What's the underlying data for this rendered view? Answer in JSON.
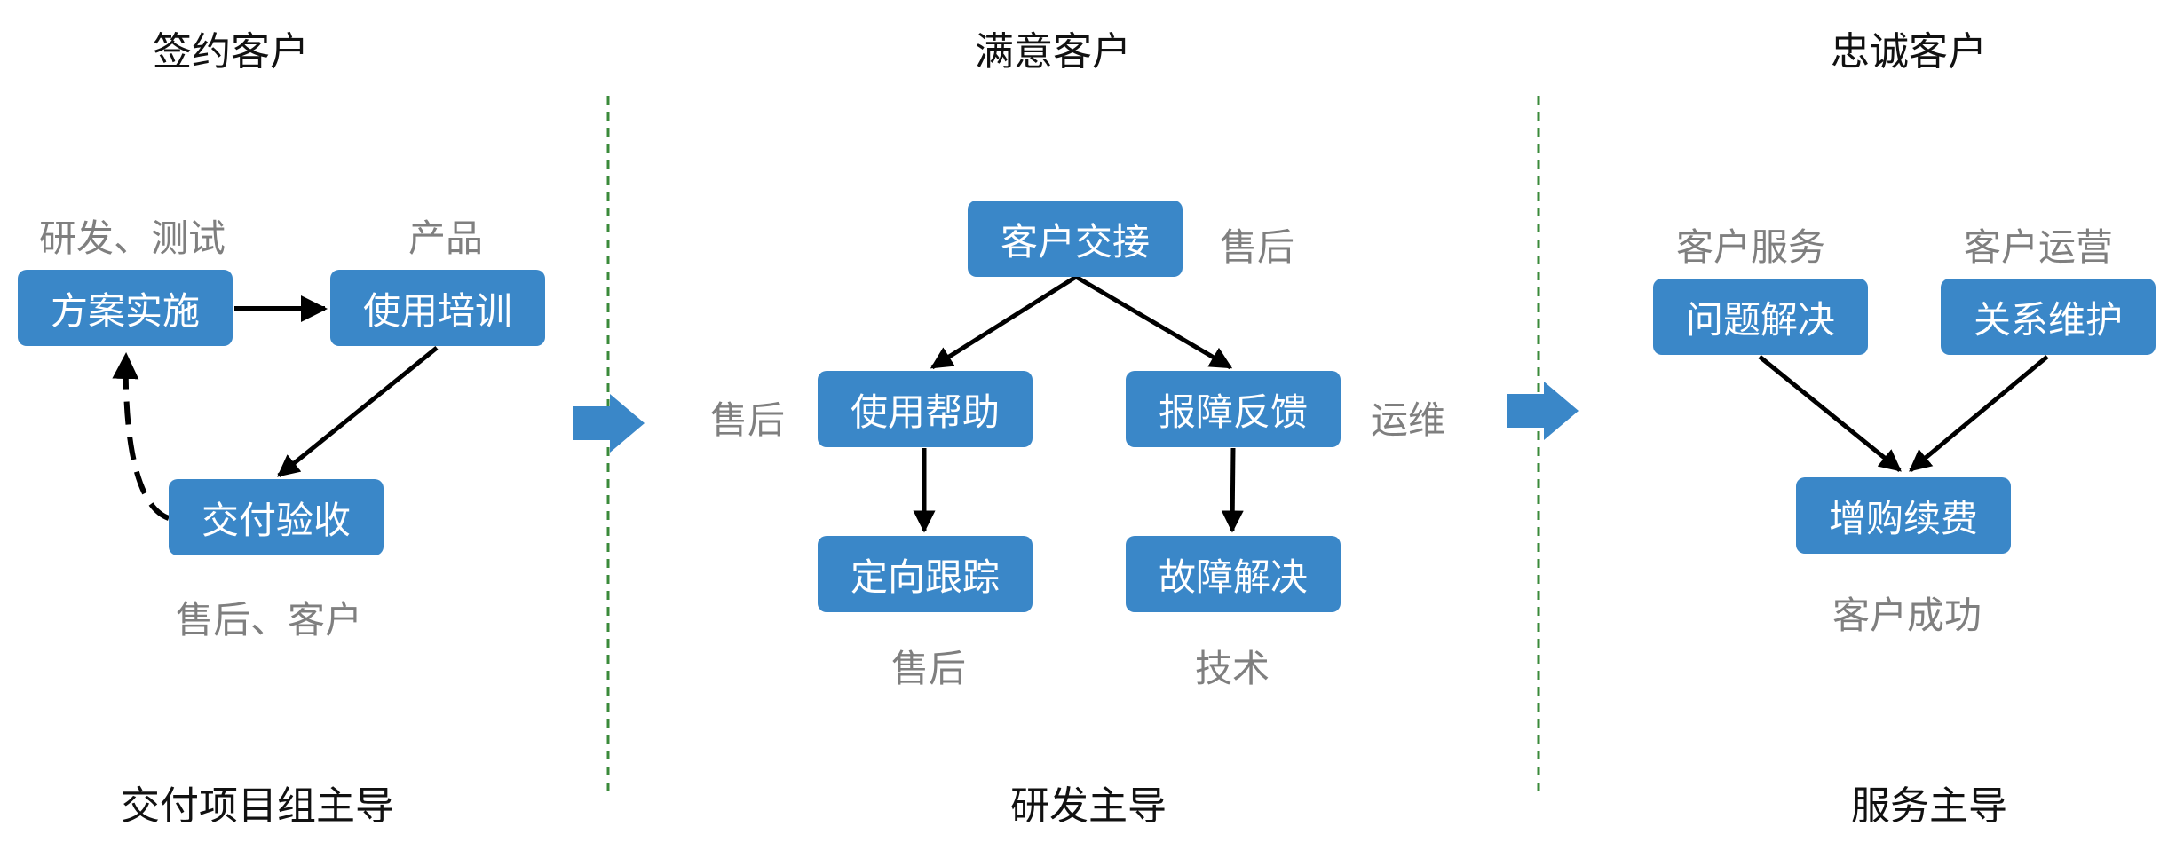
{
  "stages": {
    "signing": {
      "title": "签约客户",
      "footer": "交付项目组主导",
      "nodes": {
        "plan": "方案实施",
        "training": "使用培训",
        "acceptance": "交付验收"
      },
      "notes": {
        "dev_test": "研发、测试",
        "product": "产品",
        "aftersales_customer": "售后、客户"
      }
    },
    "satisfied": {
      "title": "满意客户",
      "footer": "研发主导",
      "nodes": {
        "handover": "客户交接",
        "help": "使用帮助",
        "feedback": "报障反馈",
        "tracking": "定向跟踪",
        "fix": "故障解决"
      },
      "notes": {
        "aftersales_top": "售后",
        "aftersales_left": "售后",
        "ops": "运维",
        "aftersales_bottom": "售后",
        "tech": "技术"
      }
    },
    "loyal": {
      "title": "忠诚客户",
      "footer": "服务主导",
      "nodes": {
        "problem": "问题解决",
        "relation": "关系维护",
        "renewal": "增购续费"
      },
      "notes": {
        "service": "客户服务",
        "operation": "客户运营",
        "success": "客户成功"
      }
    }
  },
  "colors": {
    "box": "#3a87c8",
    "arrow": "#3a87c8",
    "divider": "#3a8a3a",
    "note": "#7f7f7f"
  }
}
